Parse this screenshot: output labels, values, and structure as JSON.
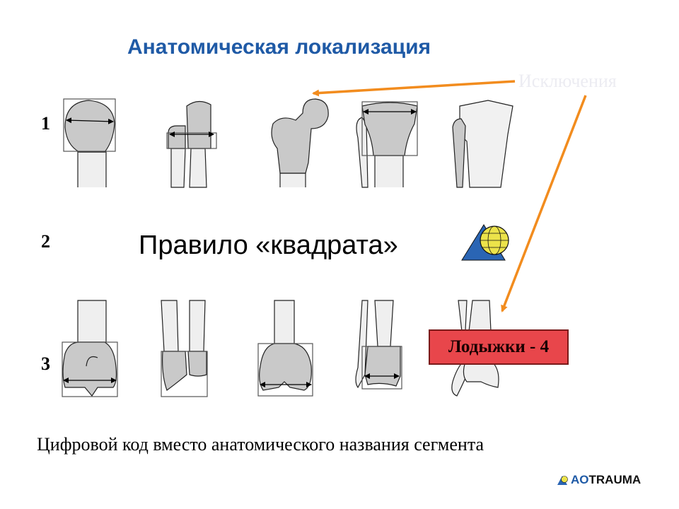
{
  "slide": {
    "title": "Анатомическая локализация",
    "exceptions_label": "Исключения",
    "row_numbers": [
      "1",
      "2",
      "3"
    ],
    "rule_label": "Правило «квадрата»",
    "malleoli_label": "Лодыжки - 4",
    "caption": "Цифровой код вместо анатомического названия сегмента",
    "brand": {
      "prefix": "AO",
      "suffix": "TRAUMA"
    },
    "colors": {
      "title": "#1f5aa6",
      "arrow": "#f28c1e",
      "badge": "#e8464b",
      "bone_shade": "#c9c9c9"
    },
    "logo_icon": "ao-globe-triangle-icon"
  }
}
